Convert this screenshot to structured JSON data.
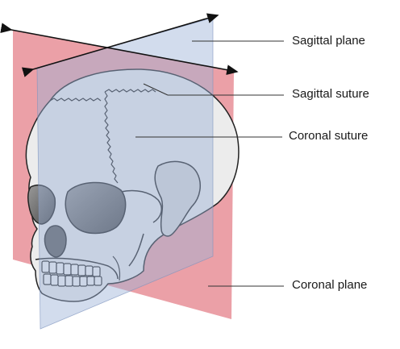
{
  "labels": {
    "sagittal_plane": "Sagittal plane",
    "sagittal_suture": "Sagittal suture",
    "coronal_suture": "Coronal suture",
    "coronal_plane": "Coronal plane"
  },
  "colors": {
    "coronal_plane": "#e8939b",
    "sagittal_plane": "#9bb2d8",
    "skull_bone": "#ececec",
    "skull_outline": "#222222",
    "leader_line": "#333333"
  }
}
